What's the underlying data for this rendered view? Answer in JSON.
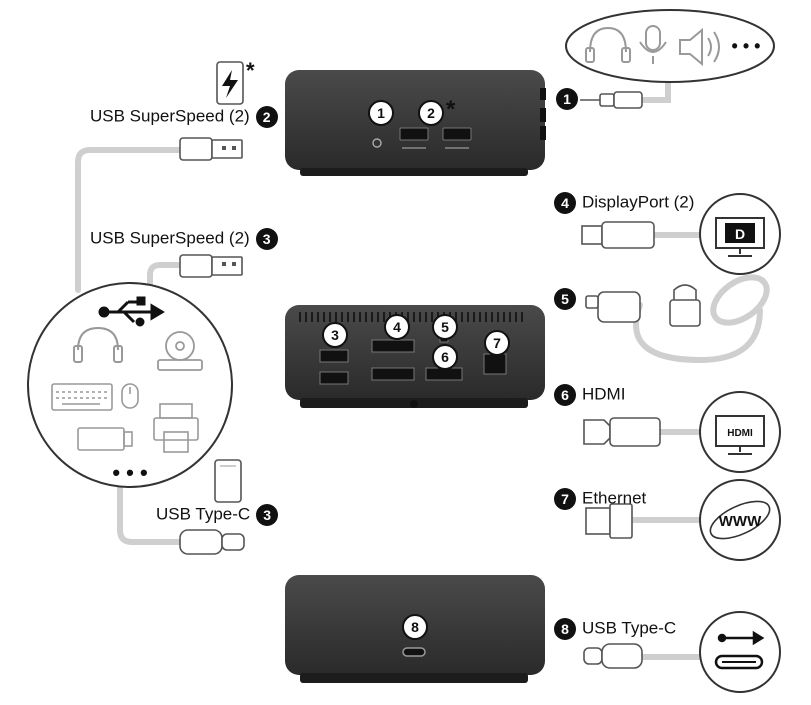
{
  "labels": {
    "usb_superspeed_top": "USB SuperSpeed (2)",
    "usb_superspeed_mid": "USB SuperSpeed (2)",
    "usb_type_c_left": "USB Type-C",
    "displayport": "DisplayPort (2)",
    "hdmi": "HDMI",
    "ethernet": "Ethernet",
    "usb_type_c_right": "USB Type-C",
    "asterisk": "*",
    "ellipsis": "• • •",
    "dots": "• • •",
    "www": "WWW",
    "hdmi_logo": "HDMI"
  },
  "numbers": {
    "n1": "1",
    "n2": "2",
    "n3": "3",
    "n4": "4",
    "n5": "5",
    "n6": "6",
    "n7": "7",
    "n8": "8"
  },
  "colors": {
    "device": "#2b2b2b",
    "device_top": "#3a3a3a",
    "cable": "#c8c8c8",
    "outline": "#444444",
    "label": "#111111"
  },
  "icons": [
    "usb-symbol-icon",
    "headphones-icon",
    "cd-drive-icon",
    "keyboard-icon",
    "mouse-icon",
    "usb-flash-drive-icon",
    "printer-icon",
    "phone-icon",
    "charging-phone-icon",
    "headset-icon",
    "microphone-icon",
    "speaker-icon",
    "displayport-monitor-icon",
    "hdmi-monitor-icon",
    "cable-lock-icon",
    "globe-www-icon",
    "usb-c-monitor-icon"
  ]
}
